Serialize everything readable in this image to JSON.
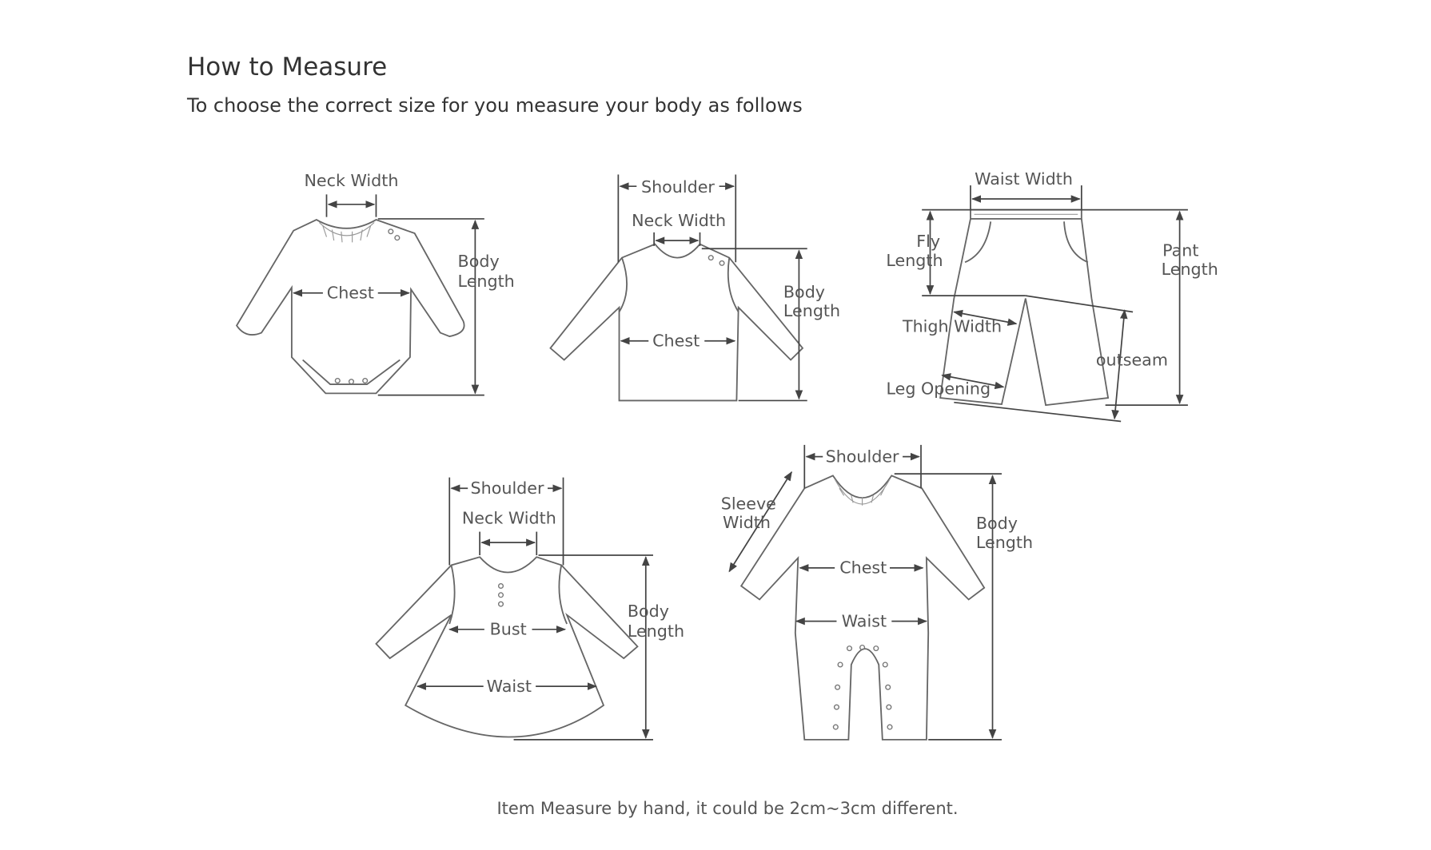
{
  "header": {
    "title": "How to Measure",
    "subtitle": "To choose the correct size for you measure your body as follows"
  },
  "diagrams": {
    "bodysuit": {
      "neck_width": "Neck Width",
      "chest": "Chest",
      "body": "Body",
      "length": "Length"
    },
    "shirt": {
      "shoulder": "Shoulder",
      "neck_width": "Neck Width",
      "chest": "Chest",
      "body": "Body",
      "length": "Length"
    },
    "pants": {
      "waist_width": "Waist Width",
      "fly": "Fly",
      "fly_length": "Length",
      "pant": "Pant",
      "pant_length": "Length",
      "thigh_width": "Thigh Width",
      "outseam": "outseam",
      "leg_opening": "Leg Opening"
    },
    "dress": {
      "shoulder": "Shoulder",
      "neck_width": "Neck Width",
      "bust": "Bust",
      "waist": "Waist",
      "body": "Body",
      "length": "Length"
    },
    "romper": {
      "shoulder": "Shoulder",
      "sleeve": "Sleeve",
      "sleeve_width": "Width",
      "chest": "Chest",
      "waist": "Waist",
      "body": "Body",
      "length": "Length"
    }
  },
  "footer": {
    "note": "Item Measure by hand, it could be 2cm~3cm different."
  }
}
